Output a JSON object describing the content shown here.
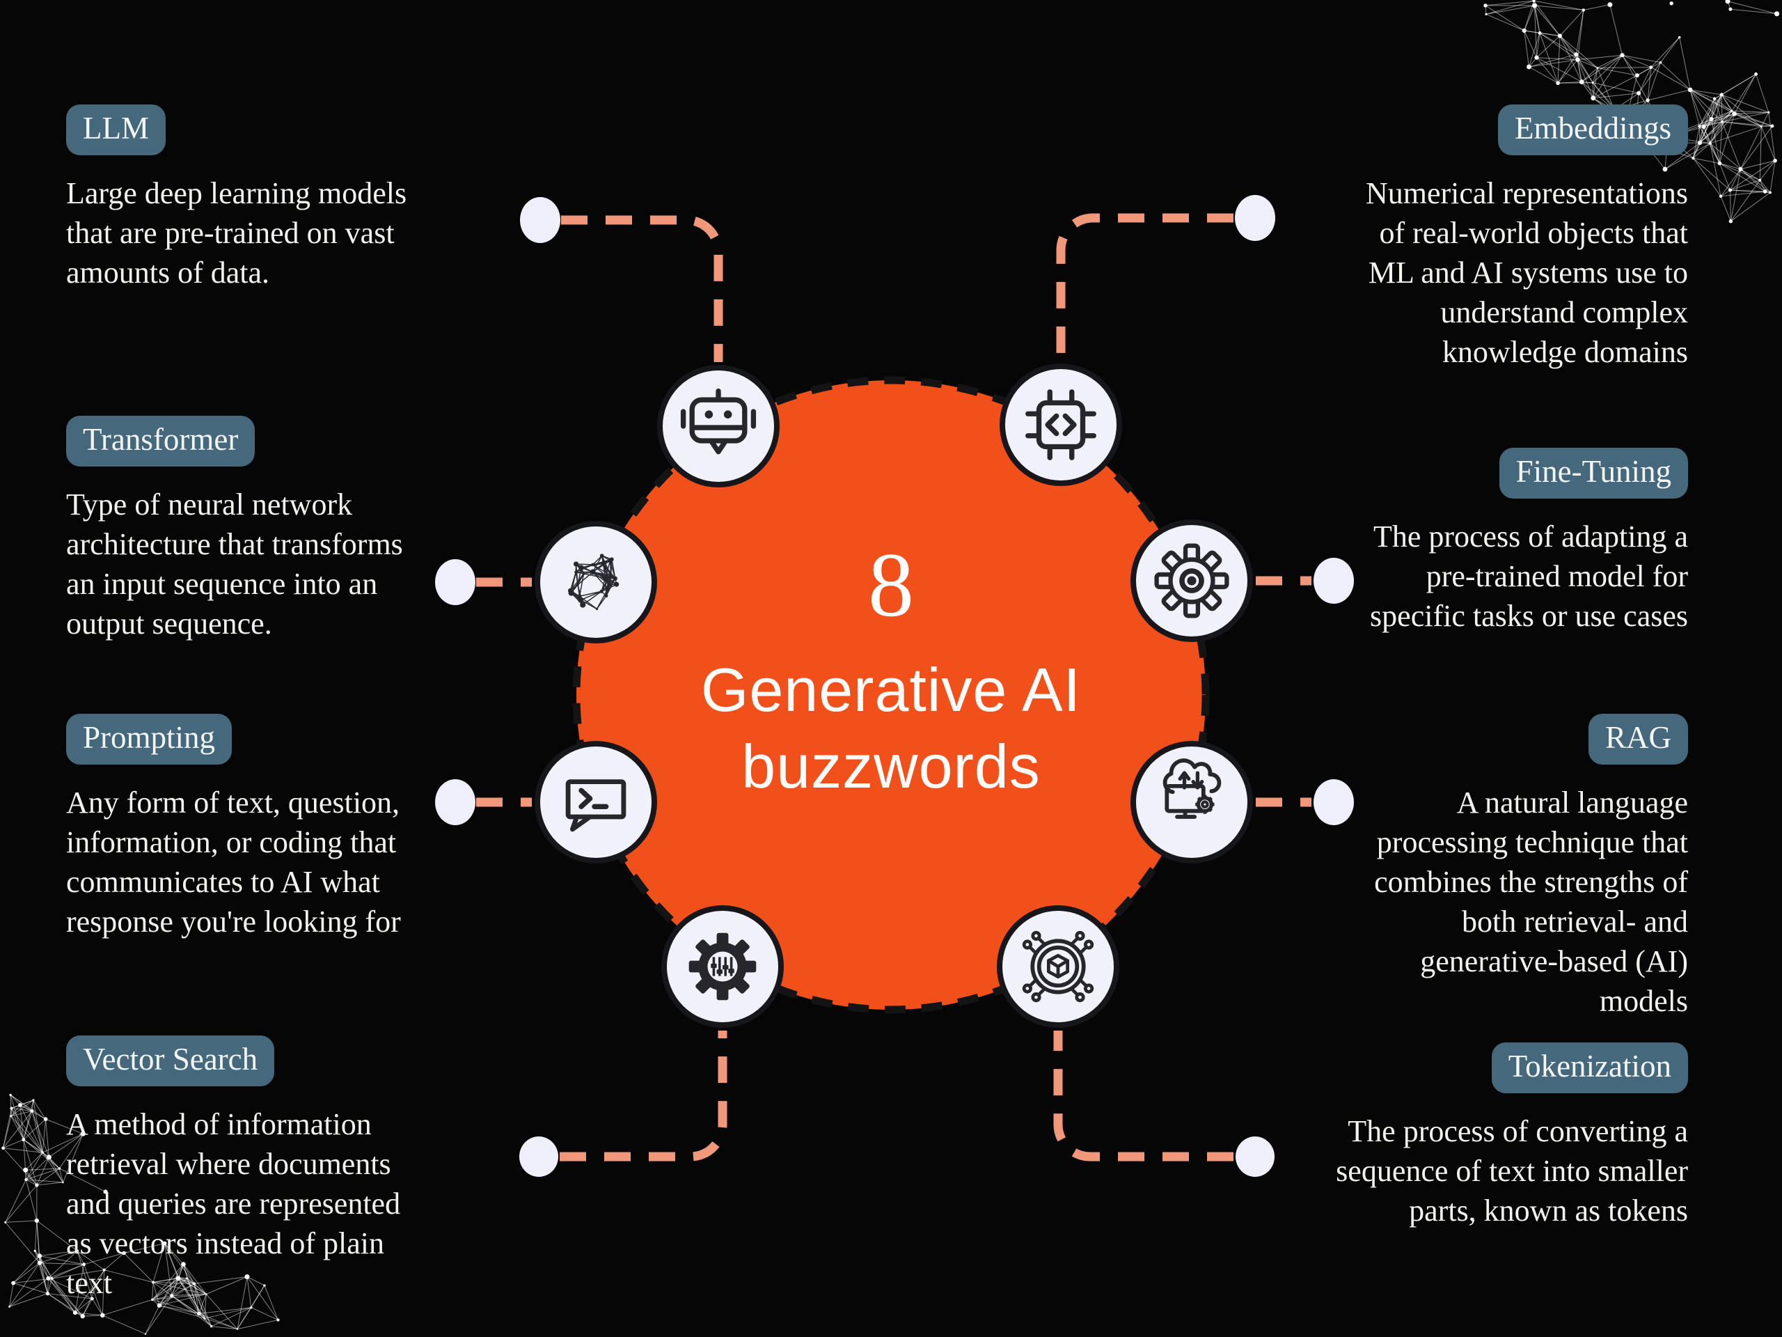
{
  "center": {
    "number": "8",
    "title_line1": "Generative AI",
    "title_line2": "buzzwords"
  },
  "colors": {
    "background": "#060606",
    "accent_orange": "#F1501B",
    "badge_blue": "#45687D",
    "connector_salmon": "#F09879",
    "dot_white": "#EEEFFA",
    "text_white": "#F4F2EF",
    "icon_dark": "#26262B"
  },
  "sections": {
    "left": [
      {
        "id": "llm",
        "label": "LLM",
        "icon": "chatbot-icon",
        "description": "Large deep learning models\nthat are pre-trained on vast\namounts of data."
      },
      {
        "id": "transformer",
        "label": "Transformer",
        "icon": "neural-network-icon",
        "description": "Type of neural network\narchitecture that transforms\nan input sequence into an\noutput sequence."
      },
      {
        "id": "prompting",
        "label": "Prompting",
        "icon": "terminal-chat-icon",
        "description": "Any form of text, question,\ninformation, or coding that\ncommunicates to AI what\nresponse you're looking for"
      },
      {
        "id": "vector-search",
        "label": "Vector Search",
        "icon": "gear-sliders-icon",
        "description": "A method of information\nretrieval where documents\nand queries are represented\nas vectors instead of plain\ntext"
      }
    ],
    "right": [
      {
        "id": "embeddings",
        "label": "Embeddings",
        "icon": "chip-code-icon",
        "description": "Numerical representations\nof real-world objects that\nML and AI systems use to\nunderstand complex\nknowledge domains"
      },
      {
        "id": "fine-tuning",
        "label": "Fine-Tuning",
        "icon": "gear-icon",
        "description": "The process of adapting a\npre-trained model for\nspecific tasks or use cases"
      },
      {
        "id": "rag",
        "label": "RAG",
        "icon": "cloud-computer-gear-icon",
        "description": "A natural language\nprocessing technique that\ncombines the strengths of\nboth retrieval- and\ngenerative-based (AI)\nmodels"
      },
      {
        "id": "tokenization",
        "label": "Tokenization",
        "icon": "cube-circuit-icon",
        "description": "The process of converting a\nsequence of text into smaller\nparts, known as tokens"
      }
    ]
  }
}
